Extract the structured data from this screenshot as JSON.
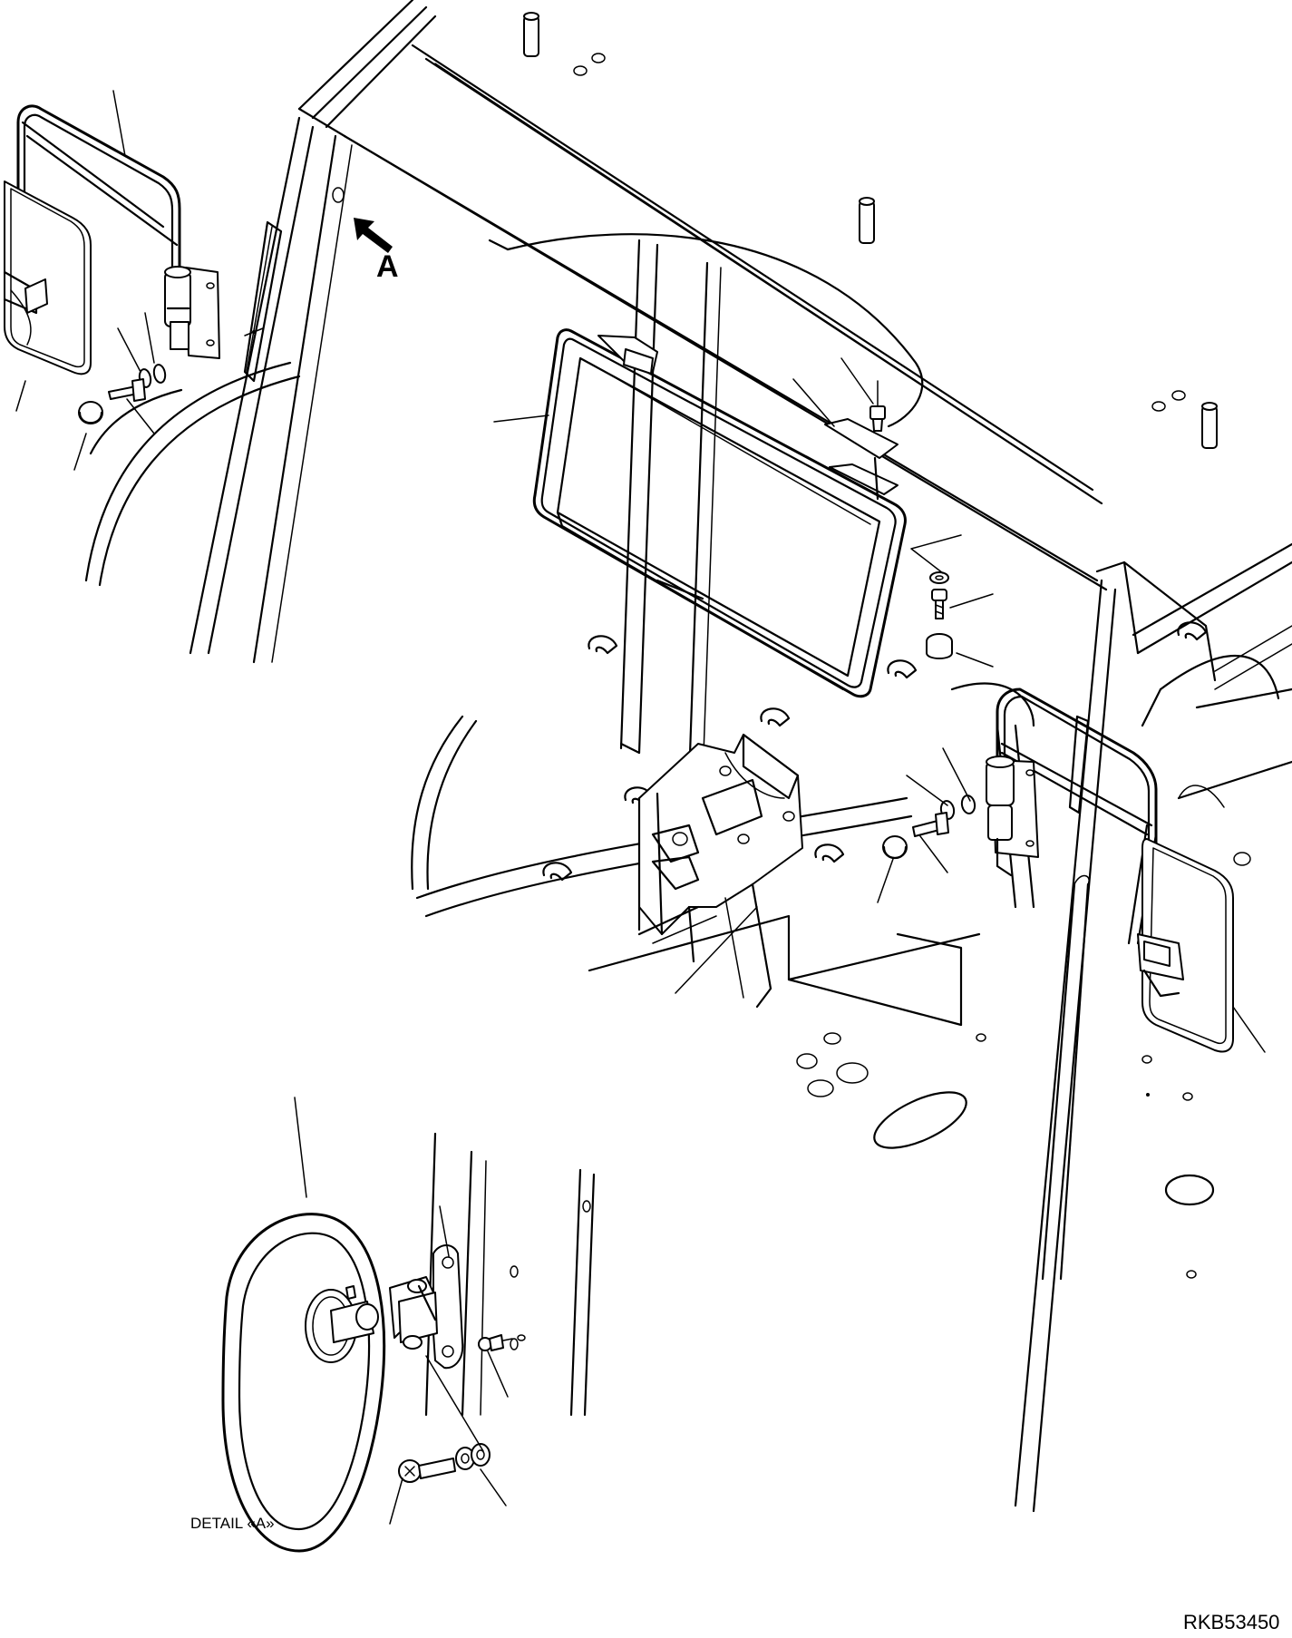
{
  "view_marker": {
    "letter": "A"
  },
  "detail_caption": "DETAIL «A»",
  "drawing_number": "RKB53450",
  "parts": [
    {
      "name": "left-side-mirror",
      "icon": "mirror-icon"
    },
    {
      "name": "right-side-mirror",
      "icon": "mirror-icon"
    },
    {
      "name": "sun-visor",
      "icon": "visor-icon"
    },
    {
      "name": "inside-rear-view-mirror",
      "icon": "mirror-icon"
    },
    {
      "name": "mounting-bolt",
      "icon": "bolt-icon"
    },
    {
      "name": "washer",
      "icon": "washer-icon"
    },
    {
      "name": "cap",
      "icon": "cap-icon"
    }
  ],
  "colors": {
    "ink": "#000000",
    "paper": "#ffffff"
  }
}
